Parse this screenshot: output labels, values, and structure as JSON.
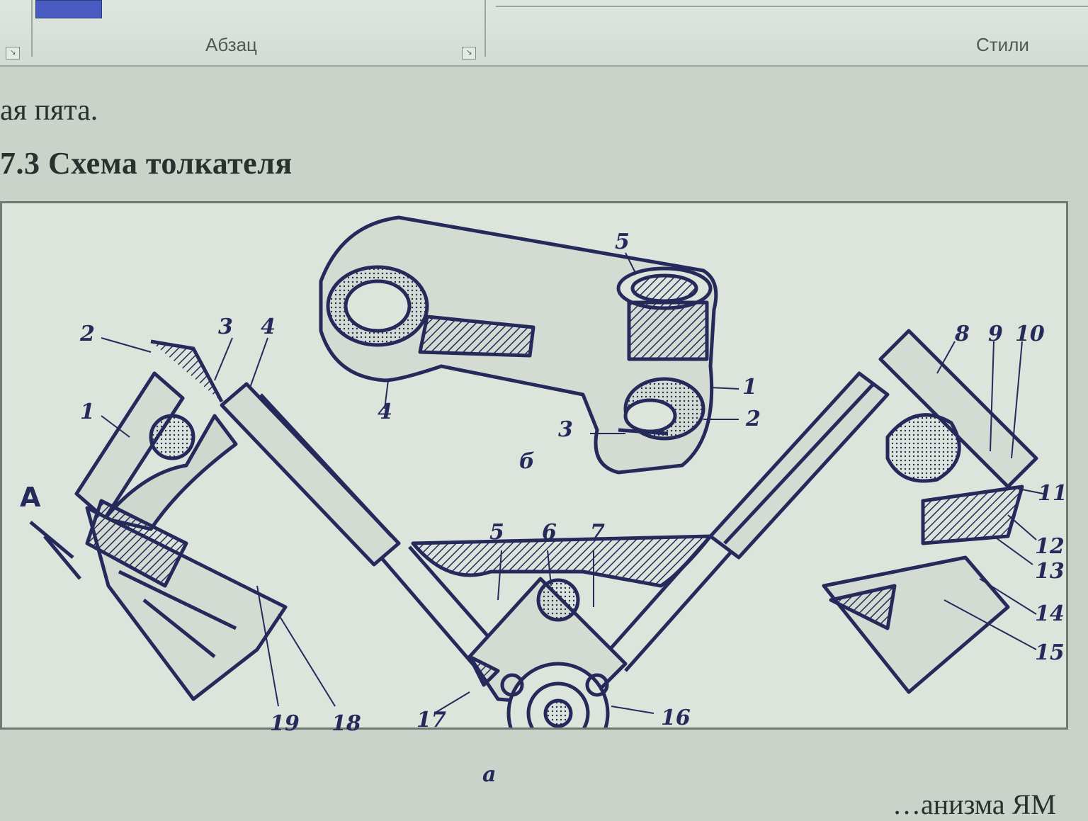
{
  "ribbon": {
    "paragraph_label": "Абзац",
    "styles_label": "Стили",
    "launcher_glyph": "↘"
  },
  "document": {
    "prev_text": "ая пята.",
    "heading": "7.3 Схема толкателя",
    "footer_fragment": "…анизма ЯМ"
  },
  "figure": {
    "title": "",
    "view_labels": {
      "main": "а",
      "detail": "б"
    },
    "dimension_label": "А",
    "callouts_main": [
      "1",
      "2",
      "3",
      "4",
      "5",
      "6",
      "7",
      "8",
      "9",
      "10",
      "11",
      "12",
      "13",
      "14",
      "15",
      "16",
      "17",
      "18",
      "19"
    ],
    "callouts_detail": [
      "1",
      "2",
      "3",
      "4",
      "5"
    ]
  },
  "colors": {
    "ink": "#252a5a",
    "paper": "#dde4dc",
    "background": "#c9d3c9"
  }
}
